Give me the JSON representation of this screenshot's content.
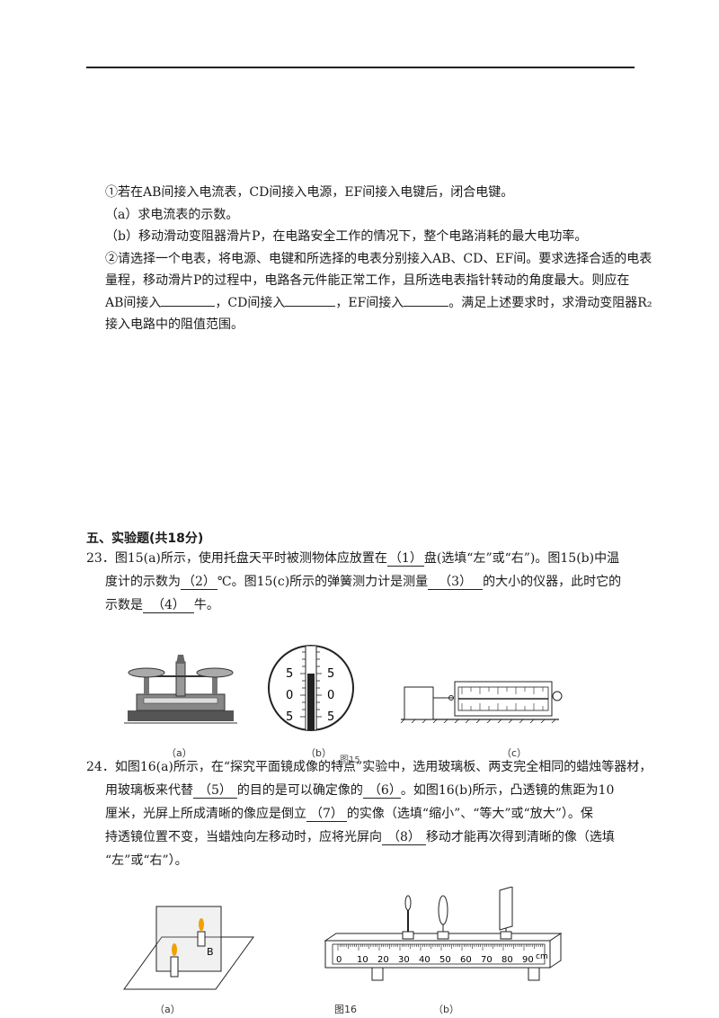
{
  "part_a": {
    "q1": "①若在AB间接入电流表，CD间接入电源，EF间接入电键后，闭合电键。",
    "q1a": "（a）求电流表的示数。",
    "q1b": "（b）移动滑动变阻器滑片P，在电路安全工作的情况下，整个电路消耗的最大电功率。",
    "q2_l1": "②请选择一个电表，将电源、电键和所选择的电表分别接入AB、CD、EF间。要求选择合适的电表",
    "q2_l2": "量程，移动滑片P的过程中，电路各元件能正常工作，且所选电表指针转动的角度最大。则应在",
    "q2_l3a": "AB间接入",
    "q2_l3b": "，CD间接入",
    "q2_l3c": "，EF间接入",
    "q2_l3d": "。满足上述要求时，求滑动变阻器R₂",
    "q2_l4": "接入电路中的阻值范围。"
  },
  "section": {
    "title": "五、实验题(共18分)"
  },
  "q23": {
    "l1a": "23．图15(a)所示，使用托盘天平时被测物体应放置在",
    "b1": "（1）",
    "l1b": "盘(选填“左”或“右”)。图15(b)中温",
    "l2a": "度计的示数为",
    "b2": "（2）",
    "l2b": "℃。图15(c)所示的弹簧测力计是测量",
    "b3": "（3）",
    "l2c": "的大小的仪器，此时它的",
    "l3a": "示数是",
    "b4": "（4）",
    "l3b": "牛。"
  },
  "fig15": {
    "cap_a": "（a）",
    "cap_b": "（b）",
    "cap_c": "（c）",
    "cap_fig": "图15",
    "thermo_labels": [
      "5",
      "0",
      "5"
    ]
  },
  "q24": {
    "l1": "24．如图16(a)所示，在“探究平面镜成像的特点”实验中，选用玻璃板、两支完全相同的蜡烛等器材，",
    "l2a": "用玻璃板来代替",
    "b5": "（5）",
    "l2b": "的目的是可以确定像的",
    "b6": "（6）",
    "l2c": "。如图16(b)所示，凸透镜的焦距为10",
    "l3a": "厘米，光屏上所成清晰的像应是倒立",
    "b7": "（7）",
    "l3b": "的实像（选填“缩小”、“等大”或“放大”）。保",
    "l4a": "持透镜位置不变，当蜡烛向左移动时，应将光屏向",
    "b8": "（8）",
    "l4b": "移动才能再次得到清晰的像（选填",
    "l5": "“左”或“右”）。"
  },
  "fig16": {
    "label_b": "B",
    "cap_a": "（a）",
    "cap_fig": "图16",
    "cap_b": "（b）",
    "ruler_labels": [
      "0",
      "10",
      "20",
      "30",
      "40",
      "50",
      "60",
      "70",
      "80",
      "90",
      "cm"
    ]
  }
}
